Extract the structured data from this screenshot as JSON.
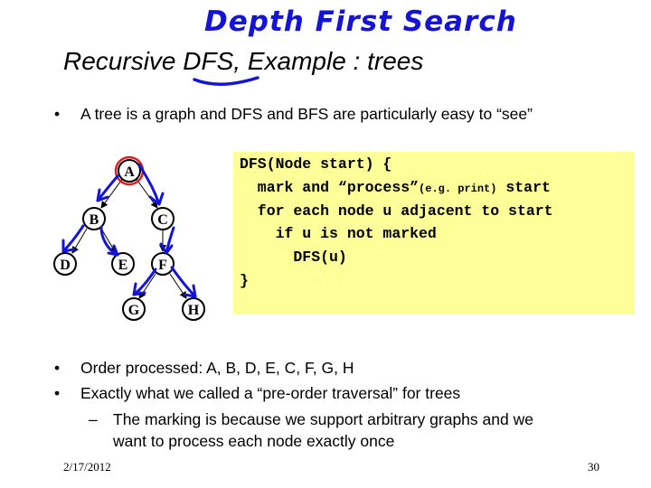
{
  "handwritten_title": "Depth First Search",
  "title": {
    "prefix": "Recursive ",
    "underlined": "DFS",
    "suffix": ", Example : trees"
  },
  "bullets": {
    "bullet_char": "•",
    "dash_char": "–",
    "intro": "A tree is a graph and DFS and BFS are particularly easy to “see”",
    "order": "Order processed: A, B, D, E, C, F, G, H",
    "preorder": "Exactly what we called a “pre-order traversal” for trees",
    "sub_line1": "The marking is because we support arbitrary graphs and we",
    "sub_line2": "want to process each node exactly once"
  },
  "code": {
    "line1": "DFS(Node start) {",
    "line2_a": "  mark and “process”",
    "line2_b": "(e.g. print)",
    "line2_c": " start",
    "line3": "  for each node u adjacent to start",
    "line4": "    if u is not marked",
    "line5": "      DFS(u)",
    "line6": "}"
  },
  "tree": {
    "nodes": {
      "a": "A",
      "b": "B",
      "c": "C",
      "d": "D",
      "e": "E",
      "f": "F",
      "g": "G",
      "h": "H"
    }
  },
  "footer": {
    "date": "2/17/2012",
    "page": "30"
  },
  "colors": {
    "ink": "#1414d8",
    "highlight_circle": "#e02020",
    "code_background": "#ffff99"
  }
}
